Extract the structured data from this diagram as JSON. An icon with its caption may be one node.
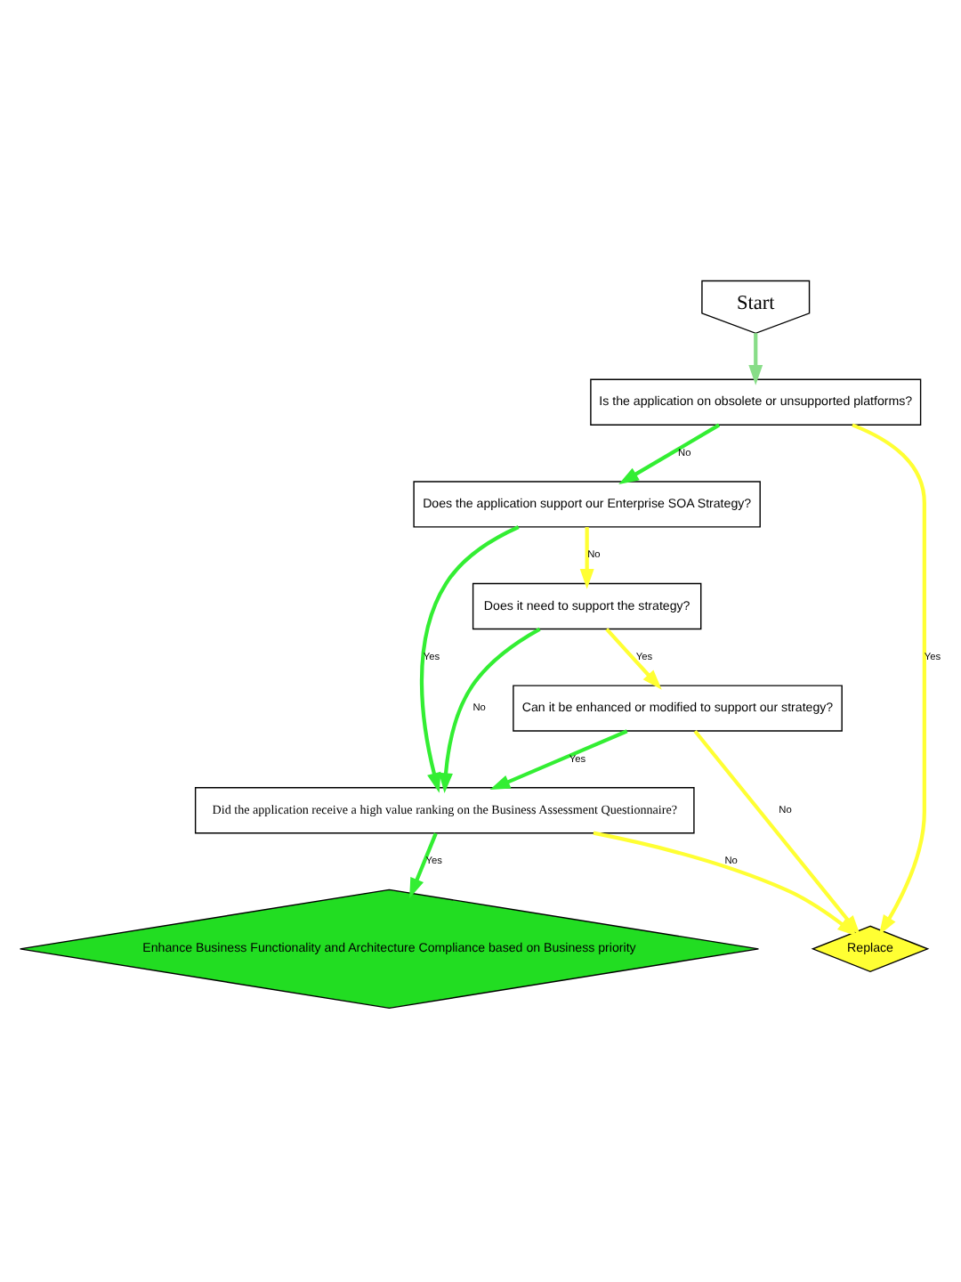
{
  "diagram": {
    "nodes": [
      {
        "text": [
          "Enhance Business Functionality and Architecture Compliance based on Business priority"
        ]
      },
      {
        "text": [
          "Start"
        ]
      },
      {
        "text": [
          "Is the application on obsolete or unsupported platforms?"
        ]
      },
      {
        "text": [
          "Does the application support our Enterprise SOA Strategy?"
        ]
      },
      {
        "text": [
          "Did the application receive a high value ranking on the Business Assessment Questionnaire?"
        ]
      },
      {
        "text": [
          "Does it need to support the strategy?"
        ]
      },
      {
        "text": [
          "Can it be enhanced or modified to support our strategy?"
        ]
      },
      {
        "text": [
          "Replace"
        ]
      }
    ],
    "edges": [
      {
        "from": 1,
        "to": 2,
        "arrow": "to",
        "color": "#88dd88"
      },
      {
        "from": 2,
        "to": 3,
        "arrow": "to",
        "label": "No"
      },
      {
        "from": 3,
        "to": 4,
        "arrow": "to",
        "label": "Yes"
      },
      {
        "from": 4,
        "to": 0,
        "arrow": "to",
        "label": "Yes"
      },
      {
        "from": 3,
        "to": 5,
        "arrow": "to",
        "label": "No",
        "color": "#ffff33"
      },
      {
        "from": 5,
        "to": 4,
        "arrow": "to",
        "label": "No"
      },
      {
        "from": 5,
        "to": 6,
        "arrow": "to",
        "label": "Yes",
        "color": "#ffff33"
      },
      {
        "from": 6,
        "to": 4,
        "arrow": "to",
        "label": "Yes"
      },
      {
        "from": 6,
        "to": 7,
        "arrow": "to",
        "label": "No",
        "color": "#ffff33"
      },
      {
        "from": 2,
        "to": 7,
        "arrow": "to",
        "label": "Yes",
        "color": "#ffff33"
      },
      {
        "from": 4,
        "to": 7,
        "arrow": "to",
        "label": "No",
        "color": "#ffff33"
      }
    ]
  }
}
